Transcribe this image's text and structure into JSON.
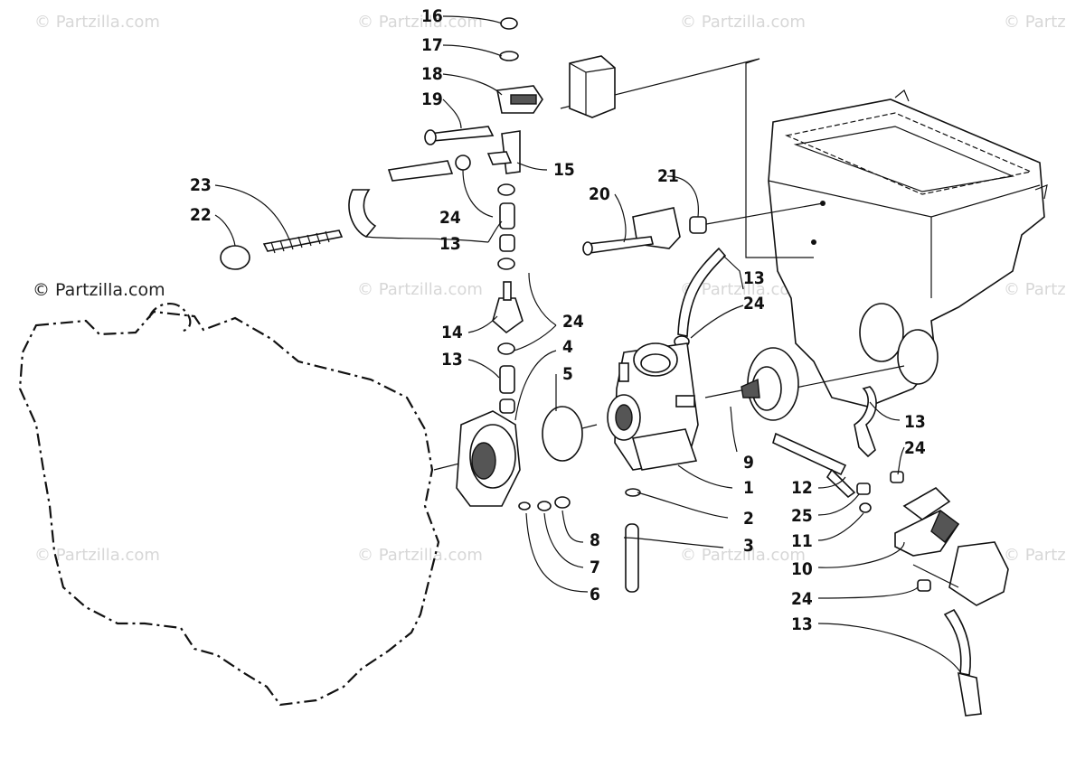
{
  "watermark": {
    "text": "© Partzilla.com",
    "partial": "© Partz"
  },
  "callouts": {
    "c1": "1",
    "c2": "2",
    "c3": "3",
    "c4": "4",
    "c5": "5",
    "c6": "6",
    "c7": "7",
    "c8": "8",
    "c9": "9",
    "c10": "10",
    "c11": "11",
    "c12": "12",
    "c13a": "13",
    "c13b": "13",
    "c13c": "13",
    "c13d": "13",
    "c13e": "13",
    "c14": "14",
    "c15": "15",
    "c16": "16",
    "c17": "17",
    "c18": "18",
    "c19": "19",
    "c20": "20",
    "c21": "21",
    "c22": "22",
    "c23": "23",
    "c24a": "24",
    "c24b": "24",
    "c24c": "24",
    "c24d": "24",
    "c24e": "24",
    "c25": "25"
  }
}
